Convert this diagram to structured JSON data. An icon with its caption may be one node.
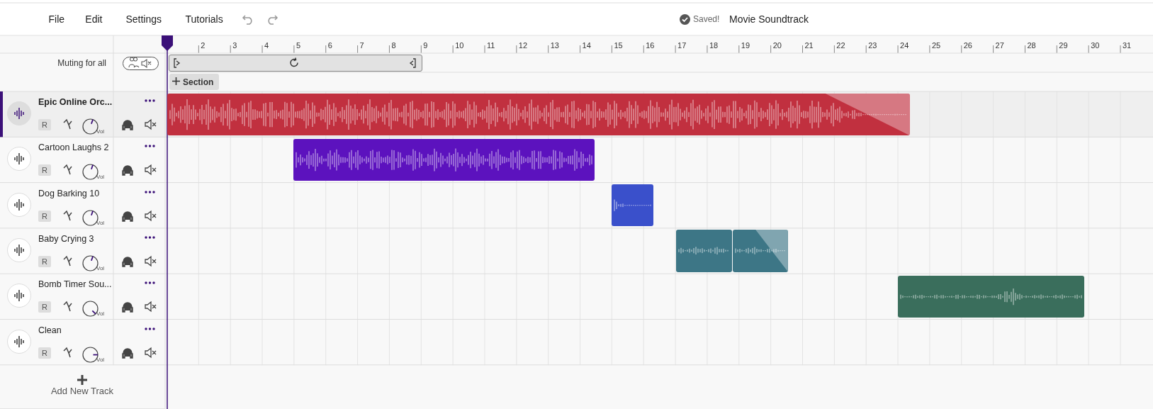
{
  "diagram": {
    "nodes": [
      {
        "text": [],
        "shape": "bar"
      },
      {
        "text": [],
        "shape": "bar"
      },
      {
        "text": [],
        "shape": "bar"
      },
      {
        "text": [],
        "shape": "bar"
      },
      {
        "text": [],
        "shape": "bar"
      },
      {
        "text": [],
        "shape": "bar"
      }
    ],
    "labels": [
      "File",
      "Edit",
      "Settings",
      "Tutorials",
      "Saved!",
      "Movie Soundtrack",
      "2",
      "3",
      "4",
      "5",
      "6",
      "7",
      "8",
      "9",
      "10",
      "11",
      "12",
      "13",
      "14",
      "15",
      "16",
      "17",
      "18",
      "19",
      "20",
      "21",
      "22",
      "23",
      "24",
      "25",
      "26",
      "27",
      "28",
      "29",
      "30",
      "31",
      "Muting for all",
      "Section",
      "Epic Online Orc...",
      "R",
      "Vol",
      "Cartoon Laughs 2",
      "R",
      "Vol",
      "Dog Barking 10",
      "R",
      "Vol",
      "Baby Crying 3",
      "R",
      "Vol",
      "Bomb Timer Sou...",
      "R",
      "Vol",
      "Clean",
      "R",
      "Vol",
      "Add New Track"
    ]
  }
}
